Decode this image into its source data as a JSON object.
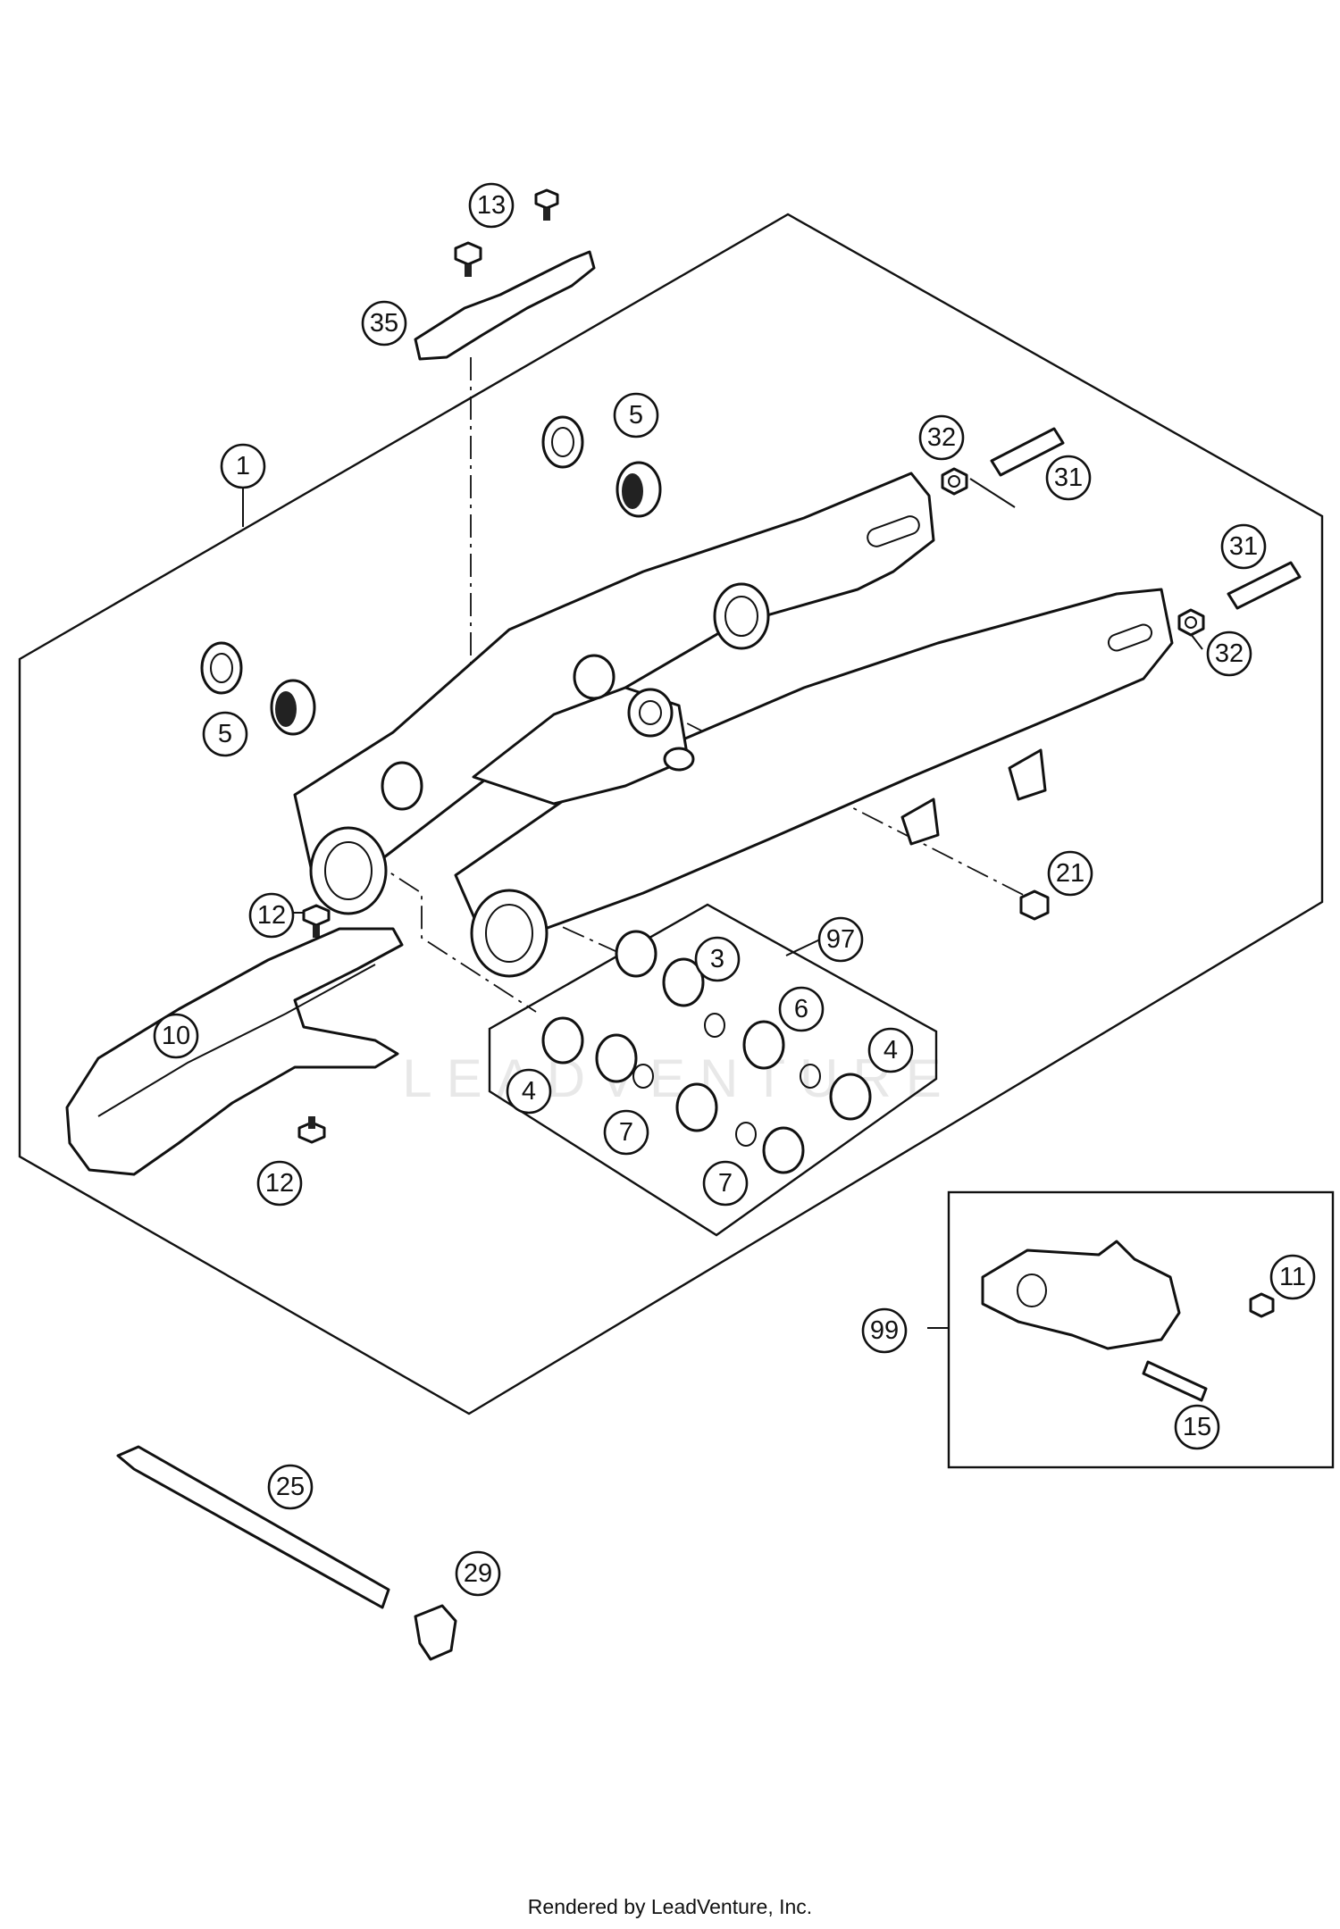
{
  "diagram": {
    "watermark": "LEADVENTURE",
    "callouts": {
      "c1": "1",
      "c3": "3",
      "c4a": "4",
      "c4b": "4",
      "c5a": "5",
      "c5b": "5",
      "c6": "6",
      "c7a": "7",
      "c7b": "7",
      "c10": "10",
      "c11": "11",
      "c12a": "12",
      "c12b": "12",
      "c13": "13",
      "c15": "15",
      "c21": "21",
      "c25": "25",
      "c29": "29",
      "c31a": "31",
      "c31b": "31",
      "c32a": "32",
      "c32b": "32",
      "c35": "35",
      "c97": "97",
      "c99": "99"
    }
  },
  "footer": {
    "credit": "Rendered by LeadVenture, Inc."
  }
}
